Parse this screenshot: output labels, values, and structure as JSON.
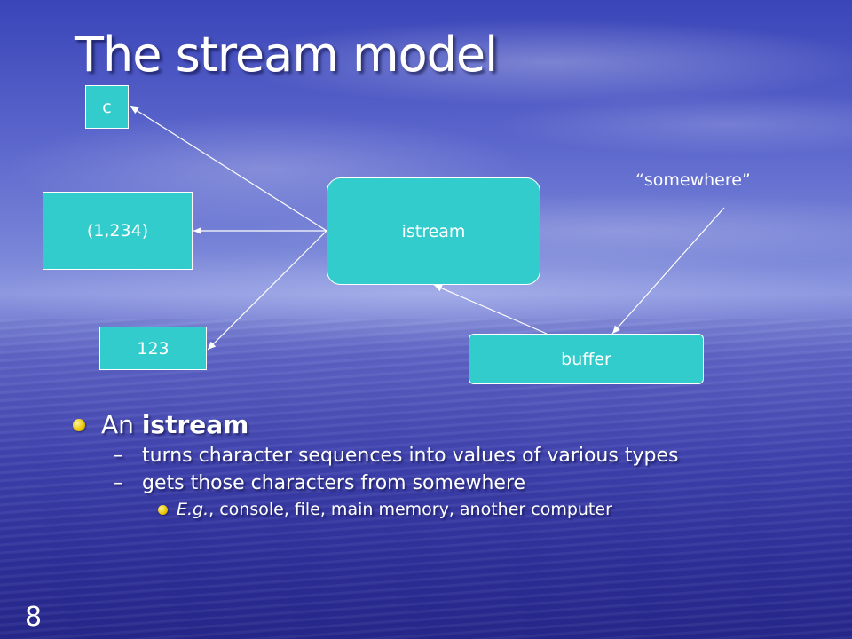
{
  "slide": {
    "title": "The stream model",
    "page_number": "8"
  },
  "diagram": {
    "nodes": {
      "c": "c",
      "pair": "(1,234)",
      "num": "123",
      "istream": "istream",
      "buffer": "buffer",
      "somewhere": "“somewhere”"
    },
    "box_color": "#33cccc",
    "arrow_color": "#ffffff"
  },
  "bullets": {
    "main_prefix": "An ",
    "main_bold": "istream",
    "sub1": "turns character sequences into values of various types",
    "sub2": "gets those characters from somewhere",
    "sub2_example_italic": "E.g.",
    "sub2_example_rest": ", console, file, main memory, another computer",
    "dash": "–",
    "bullet_color": "#e8c400"
  }
}
